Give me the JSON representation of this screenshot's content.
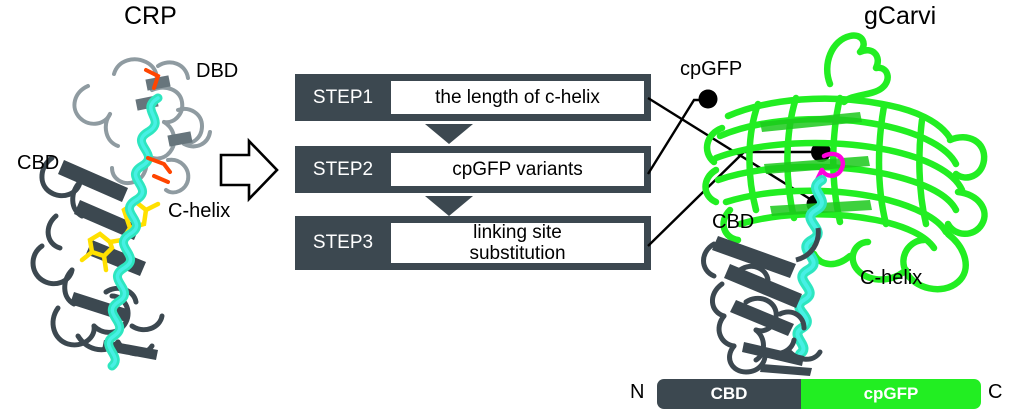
{
  "figure": {
    "left_panel": {
      "title": "CRP",
      "annotations": [
        {
          "name": "dbd-label",
          "text": "DBD"
        },
        {
          "name": "cbd-label",
          "text": "CBD"
        },
        {
          "name": "chelix-label",
          "text": "C-helix"
        }
      ],
      "colors": {
        "ribbon_dark": "#3c4850",
        "ribbon_light": "#8f9ba1",
        "c_helix": "#2ee6c0",
        "c_helix_cyan": "#3fe8e0",
        "ligand": "#ffe000",
        "highlight": "#ff4500"
      }
    },
    "transition_arrow": {
      "name": "right-block-arrow",
      "direction": "right"
    },
    "flow": {
      "steps": [
        {
          "tag": "STEP1",
          "text": "the length of c-helix"
        },
        {
          "tag": "STEP2",
          "text": "cpGFP variants"
        },
        {
          "tag": "STEP3",
          "text": "linking site\nsubstitution"
        }
      ],
      "box_color": "#3c4850",
      "text_color": "#000000"
    },
    "right_panel": {
      "title": "gCarvi",
      "annotations": [
        {
          "name": "cpgfp-label",
          "text": "cpGFP"
        },
        {
          "name": "cbd-label",
          "text": "CBD"
        },
        {
          "name": "chelix-label",
          "text": "C-helix"
        }
      ],
      "colors": {
        "gfp_green": "#22ee22",
        "cbd_dark": "#3c4850",
        "c_helix": "#2ee6c0",
        "chromophore": "#ff00dd"
      }
    },
    "sequence_legend": {
      "n_terminus": "N",
      "c_terminus": "C",
      "segments": [
        {
          "label": "CBD",
          "color": "#3c4850"
        },
        {
          "label": "cpGFP",
          "color": "#22ee22"
        }
      ]
    }
  }
}
